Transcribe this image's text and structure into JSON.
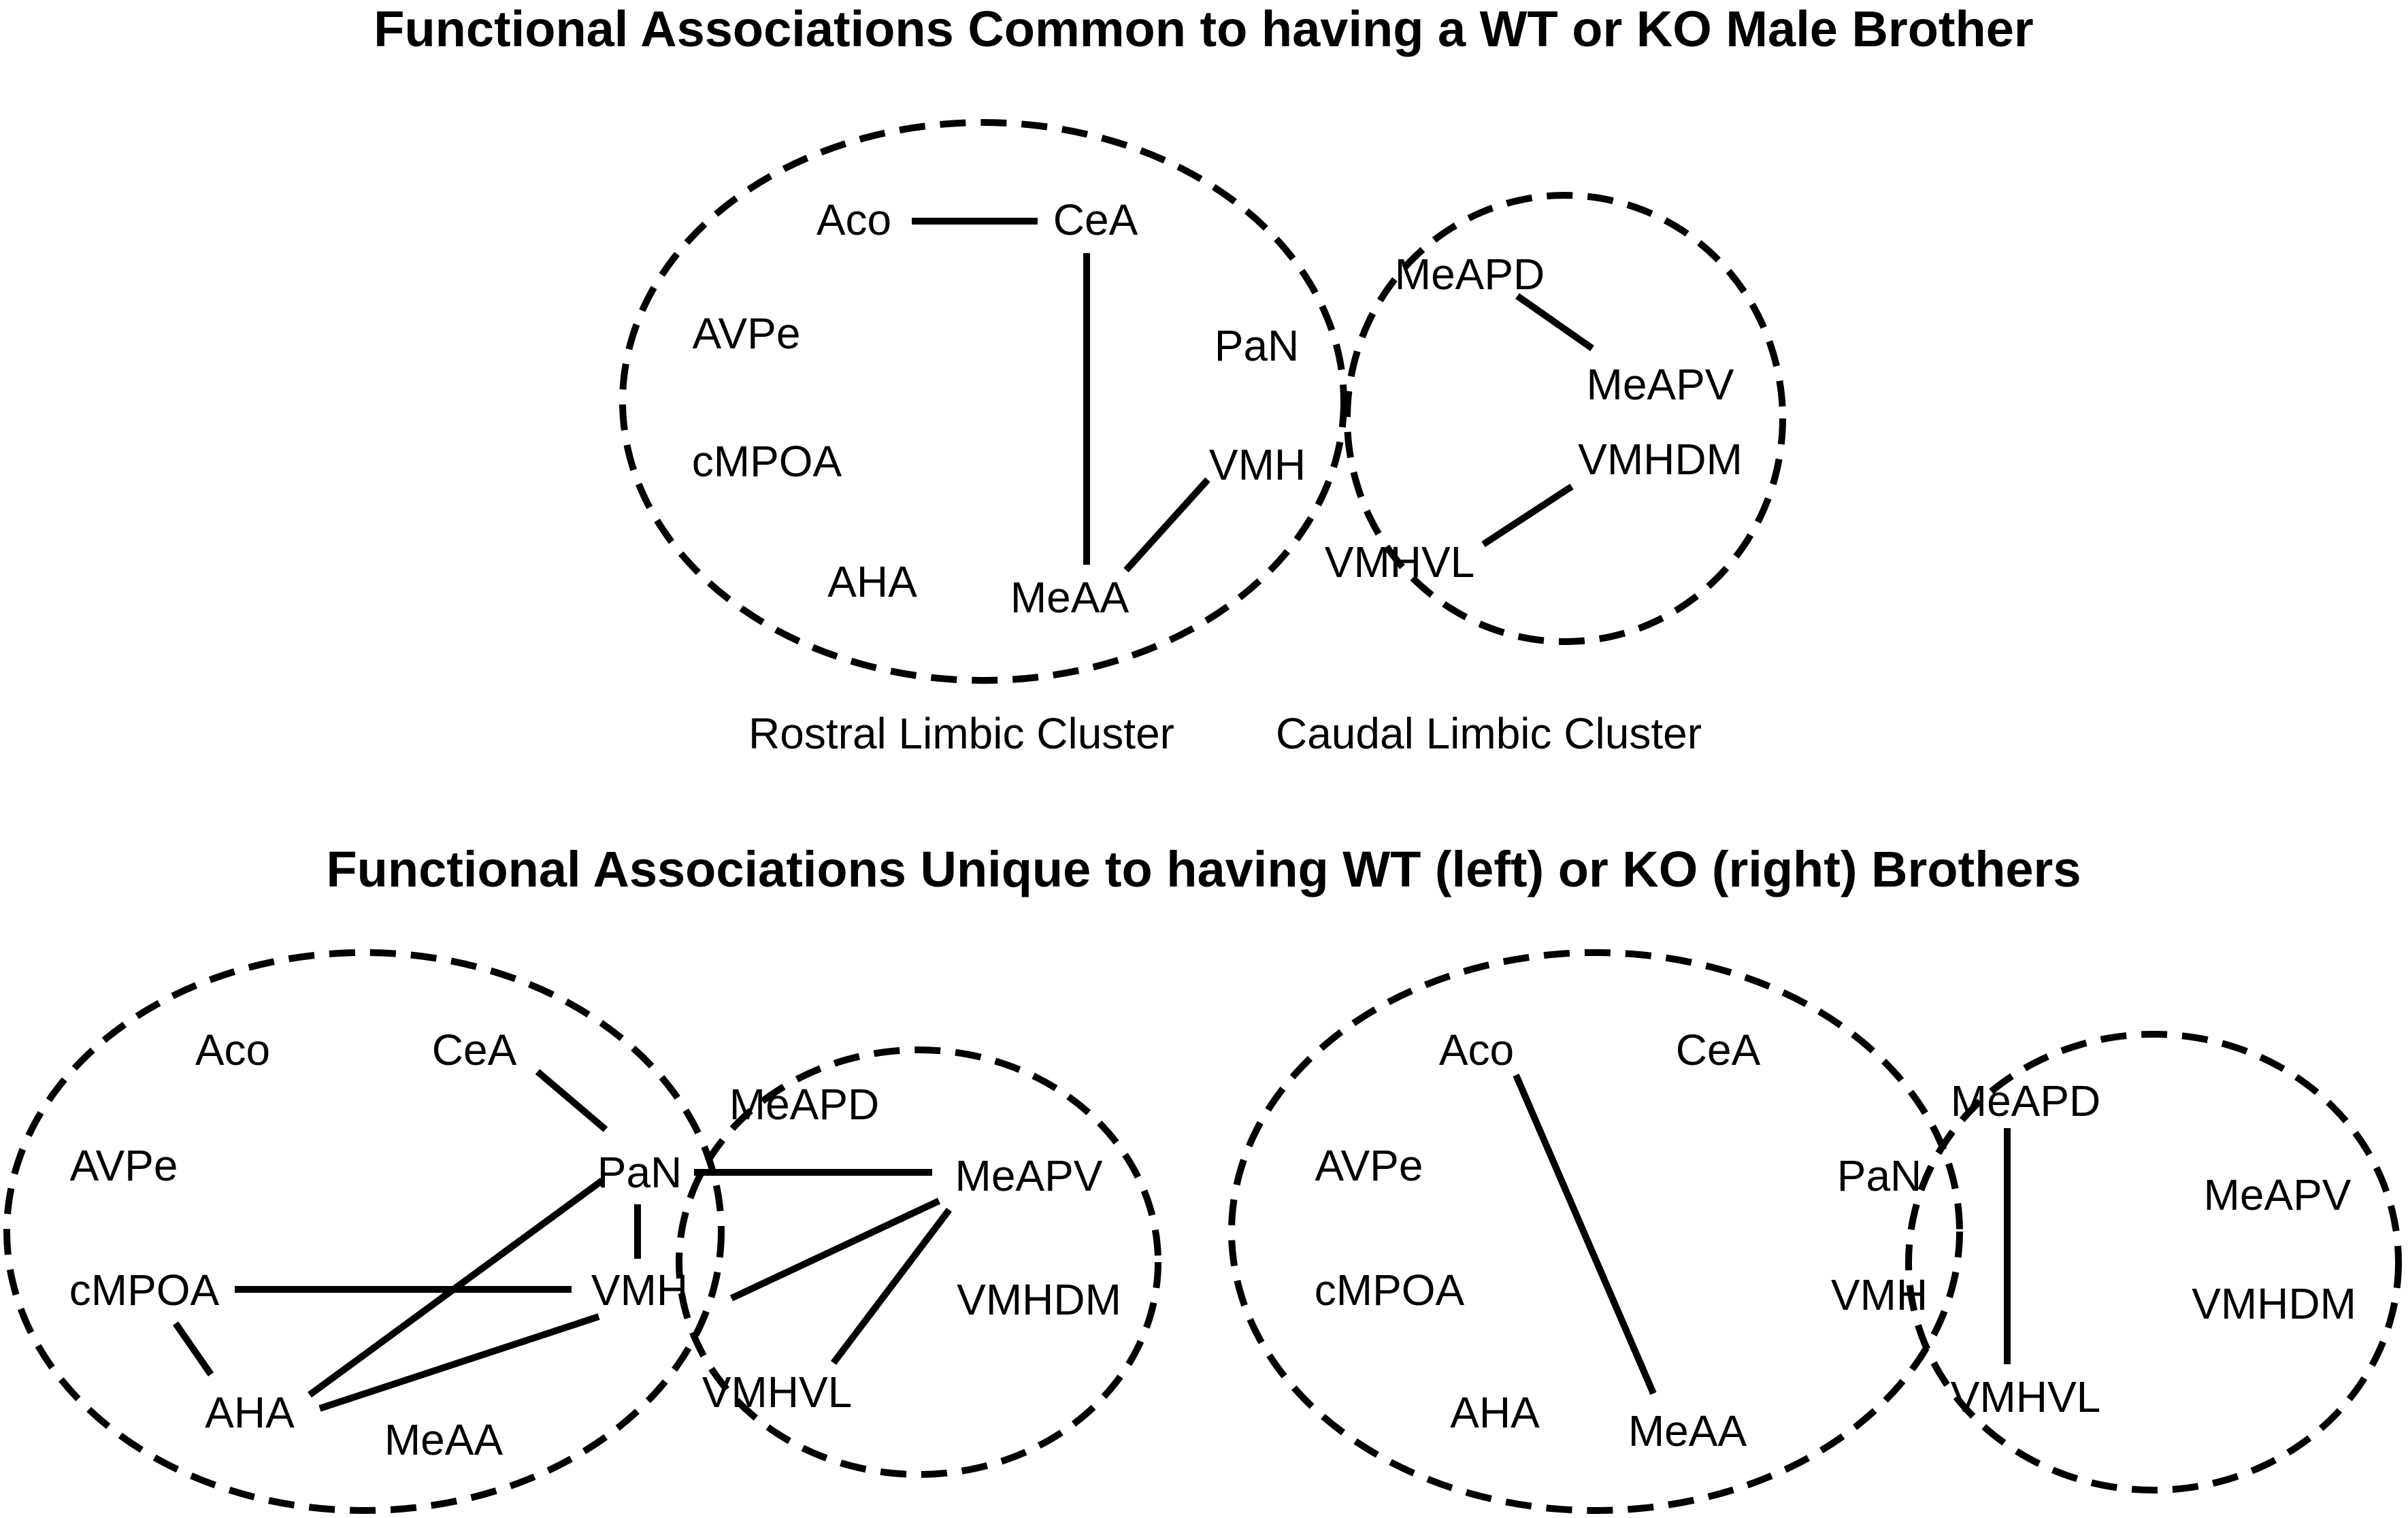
{
  "panels": {
    "common": {
      "title": "Functional Associations Common to having a WT or KO Male Brother",
      "rostral_label": "Rostral Limbic Cluster",
      "caudal_label": "Caudal Limbic Cluster",
      "nodes": {
        "aco": "Aco",
        "cea": "CeA",
        "avpe": "AVPe",
        "pan": "PaN",
        "cmpoa": "cMPOA",
        "vmh": "VMH",
        "aha": "AHA",
        "meaa": "MeAA",
        "meapd": "MeAPD",
        "meapv": "MeAPV",
        "vmhdm": "VMHDM",
        "vmhvl": "VMHVL"
      },
      "edges": [
        [
          "Aco",
          "CeA"
        ],
        [
          "CeA",
          "MeAA"
        ],
        [
          "MeAA",
          "VMH"
        ],
        [
          "MeAPD",
          "MeAPV"
        ],
        [
          "VMHDM",
          "VMHVL"
        ]
      ]
    },
    "unique": {
      "title": "Functional Associations Unique to having WT (left) or KO (right) Brothers",
      "wt": {
        "nodes": {
          "aco": "Aco",
          "cea": "CeA",
          "avpe": "AVPe",
          "pan": "PaN",
          "cmpoa": "cMPOA",
          "vmh": "VMH",
          "aha": "AHA",
          "meaa": "MeAA",
          "meapd": "MeAPD",
          "meapv": "MeAPV",
          "vmhdm": "VMHDM",
          "vmhvl": "VMHVL"
        },
        "edges": [
          [
            "CeA",
            "PaN"
          ],
          [
            "PaN",
            "MeAPV"
          ],
          [
            "PaN",
            "VMH"
          ],
          [
            "PaN",
            "AHA"
          ],
          [
            "cMPOA",
            "VMH"
          ],
          [
            "cMPOA",
            "AHA"
          ],
          [
            "AHA",
            "VMH"
          ],
          [
            "MeAPV",
            "VMH"
          ],
          [
            "MeAPV",
            "VMHVL"
          ]
        ]
      },
      "ko": {
        "nodes": {
          "aco": "Aco",
          "cea": "CeA",
          "avpe": "AVPe",
          "pan": "PaN",
          "cmpoa": "cMPOA",
          "vmh": "VMH",
          "aha": "AHA",
          "meaa": "MeAA",
          "meapd": "MeAPD",
          "meapv": "MeAPV",
          "vmhdm": "VMHDM",
          "vmhvl": "VMHVL"
        },
        "edges": [
          [
            "Aco",
            "MeAA"
          ],
          [
            "MeAPD",
            "VMHVL"
          ]
        ]
      }
    }
  }
}
